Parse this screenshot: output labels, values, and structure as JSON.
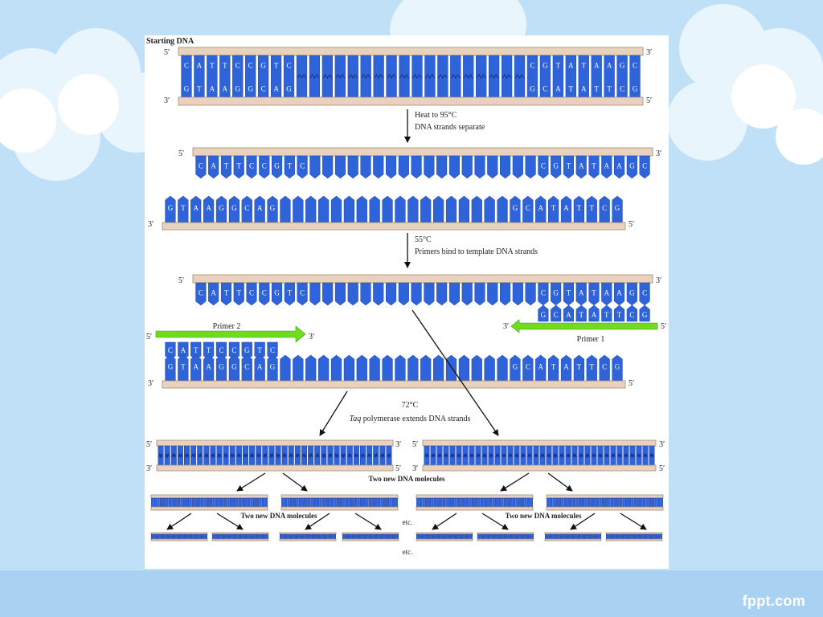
{
  "strand_labels": {
    "five": "5′",
    "three": "3′"
  },
  "sequences": {
    "left_top": [
      "C",
      "A",
      "T",
      "T",
      "C",
      "C",
      "G",
      "T",
      "C"
    ],
    "left_bottom": [
      "G",
      "T",
      "A",
      "A",
      "G",
      "G",
      "C",
      "A",
      "G"
    ],
    "right_top": [
      "C",
      "G",
      "T",
      "A",
      "T",
      "A",
      "A",
      "G",
      "C"
    ],
    "right_bottom": [
      "G",
      "C",
      "A",
      "T",
      "A",
      "T",
      "T",
      "C",
      "G"
    ]
  },
  "labels": {
    "starting_dna": "Starting DNA",
    "step1_line1": "Heat to 95°C",
    "step1_line2": "DNA strands separate",
    "step2_line1": "55°C",
    "step2_line2": "Primers bind to template DNA strands",
    "step3_line1": "72°C",
    "step3_line2_italic": "Taq",
    "step3_line2_rest": " polymerase extends DNA strands",
    "primer1": "Primer 1",
    "primer2": "Primer 2",
    "two_new_molecules": "Two new DNA molecules",
    "etc": "etc."
  },
  "branding": {
    "text": "fppt.com"
  },
  "colors": {
    "base": "#2f63d9",
    "base_dark": "#1f46a8",
    "backbone": "#e9d2bd",
    "backbone_edge": "#a58b74",
    "primer": "#6fdc1e"
  }
}
